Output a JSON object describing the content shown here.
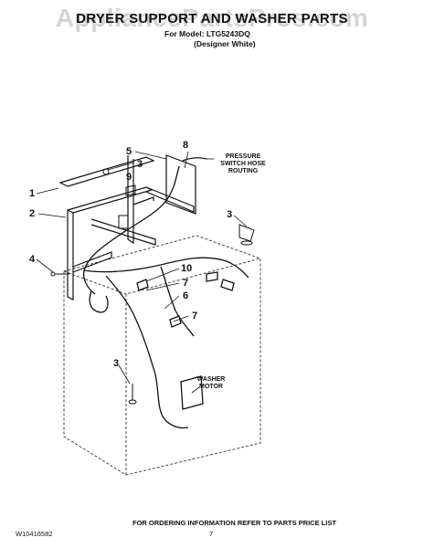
{
  "watermark": "AppliancePartsPros.com",
  "title": "DRYER SUPPORT AND WASHER PARTS",
  "subtitle": {
    "model_prefix": "For Model:",
    "model": "LTG5243DQ",
    "variant": "(Designer White)"
  },
  "callouts": [
    "1",
    "2",
    "3",
    "3",
    "3",
    "4",
    "5",
    "6",
    "7",
    "7",
    "8",
    "9",
    "10"
  ],
  "notes": {
    "pressure_switch": "PRESSURE SWITCH HOSE ROUTING",
    "washer_motor": "WASHER MOTOR"
  },
  "footer": {
    "ordering": "FOR ORDERING INFORMATION REFER TO PARTS PRICE LIST",
    "doc_number": "W10416582",
    "page": "7"
  }
}
